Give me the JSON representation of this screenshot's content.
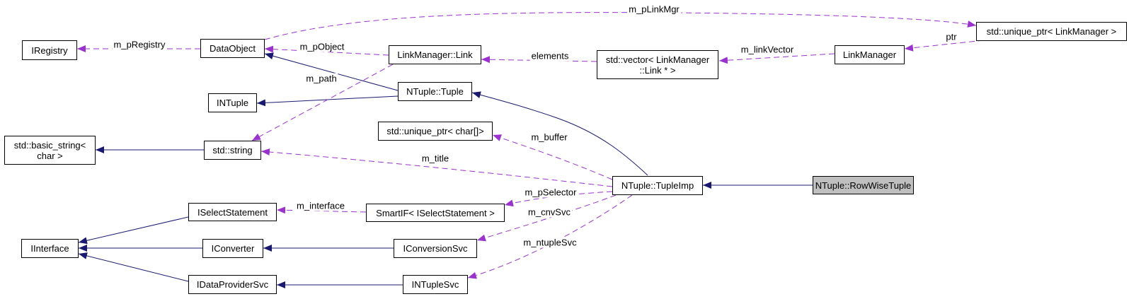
{
  "diagram": {
    "type": "collaboration-graph",
    "colors": {
      "inheritance_edge": "#191970",
      "usage_edge": "#9a32cd",
      "node_border": "#000000",
      "node_fill": "#ffffff",
      "highlight_fill": "#bfbfbf"
    },
    "nodes": {
      "iregistry": {
        "label": "IRegistry"
      },
      "dataobject": {
        "label": "DataObject"
      },
      "linkmanager_link": {
        "label": "LinkManager::Link"
      },
      "ntuple_tuple": {
        "label": "NTuple::Tuple"
      },
      "intuple": {
        "label": "INTuple"
      },
      "vector_link": {
        "label": "std::vector< LinkManager\n::Link * >"
      },
      "linkmanager": {
        "label": "LinkManager"
      },
      "unique_ptr_linkmanager": {
        "label": "std::unique_ptr< LinkManager >"
      },
      "unique_ptr_char": {
        "label": "std::unique_ptr< char[]>"
      },
      "basic_string": {
        "label": "std::basic_string<\nchar >"
      },
      "std_string": {
        "label": "std::string"
      },
      "tupleimp": {
        "label": "NTuple::TupleImp"
      },
      "rowwisetuple": {
        "label": "NTuple::RowWiseTuple"
      },
      "iselectstatement": {
        "label": "ISelectStatement"
      },
      "smartif": {
        "label": "SmartIF< ISelectStatement >"
      },
      "iinterface": {
        "label": "IInterface"
      },
      "iconverter": {
        "label": "IConverter"
      },
      "iconversionsvc": {
        "label": "IConversionSvc"
      },
      "idataprovidersvc": {
        "label": "IDataProviderSvc"
      },
      "intuplesvc": {
        "label": "INTupleSvc"
      }
    },
    "edge_labels": {
      "m_pregistry": "m_pRegistry",
      "m_pobject": "m_pObject",
      "m_path": "m_path",
      "m_plinkmgr": "m_pLinkMgr",
      "elements": "elements",
      "m_linkvector": "m_linkVector",
      "ptr": "ptr",
      "m_buffer": "m_buffer",
      "m_title": "m_title",
      "m_pselector": "m_pSelector",
      "m_interface": "m_interface",
      "m_cnvsvc": "m_cnvSvc",
      "m_ntuplesvc": "m_ntupleSvc"
    }
  }
}
